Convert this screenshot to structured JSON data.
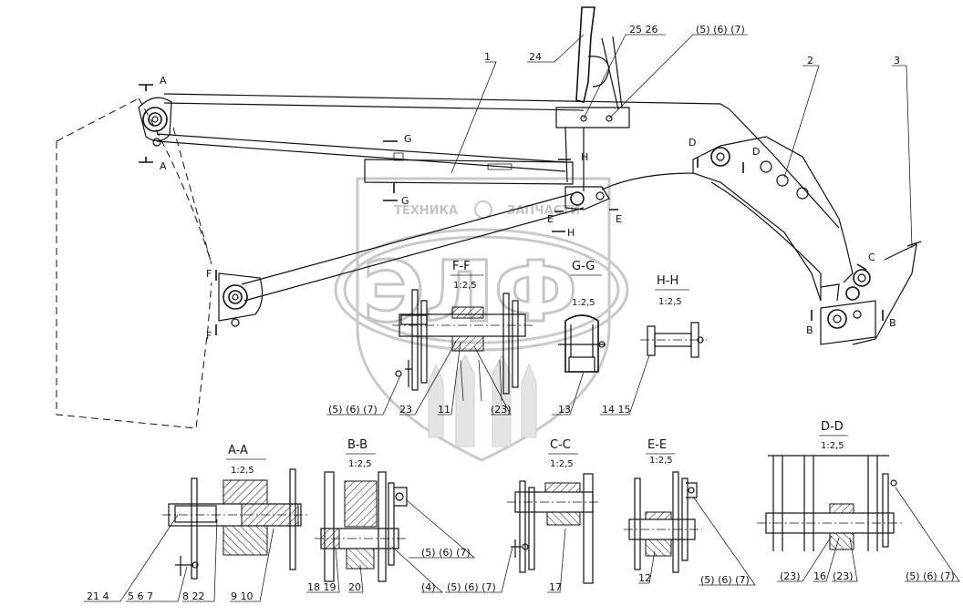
{
  "watermark": {
    "line1_left": "ТЕХНИКА",
    "line1_right": "ЗАПЧАСТИ",
    "logo": "ЭЛФ"
  },
  "section_labels": {
    "A": "A",
    "B": "B",
    "C": "C",
    "D": "D",
    "E": "E",
    "F": "F",
    "G": "G",
    "H": "H"
  },
  "leaders": {
    "l1": "1",
    "l2": "2",
    "l3": "3",
    "l24": "24",
    "l2526": "25  26",
    "l567top": "(5)  (6)  (7)"
  },
  "sections": {
    "ff": {
      "title": "F-F",
      "scale": "1:2,5",
      "labels": [
        "(5)  (6)  (7)",
        "23",
        "11",
        "(23)"
      ]
    },
    "gg": {
      "title": "G-G",
      "scale": "1:2,5",
      "labels": [
        "13"
      ]
    },
    "hh": {
      "title": "H-H",
      "scale": "1:2,5",
      "labels": [
        "14  15"
      ]
    },
    "aa": {
      "title": "A-A",
      "scale": "1:2,5",
      "labels": [
        "21  4",
        "5   6   7",
        "8  22",
        "9  10"
      ]
    },
    "bb": {
      "title": "B-B",
      "scale": "1:2,5",
      "labels": [
        "(5)  (6)  (7)",
        "18  19",
        "20",
        "(4)"
      ]
    },
    "cc": {
      "title": "C-C",
      "scale": "1:2,5",
      "labels": [
        "(5)  (6)  (7)",
        "17"
      ]
    },
    "ee": {
      "title": "E-E",
      "scale": "1:2,5",
      "labels": [
        "12",
        "(5)  (6)  (7)"
      ]
    },
    "dd": {
      "title": "D-D",
      "scale": "1:2,5",
      "labels": [
        "(23)",
        "16",
        "(23)",
        "(5)  (6)  (7)"
      ]
    }
  }
}
